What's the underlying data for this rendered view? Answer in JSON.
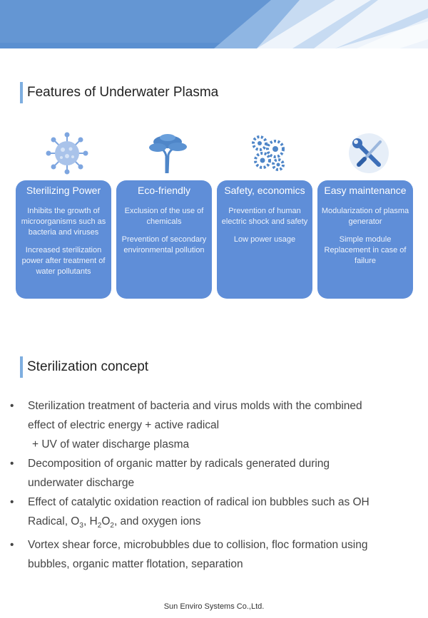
{
  "section1": {
    "title": "Features of Underwater Plasma"
  },
  "features": [
    {
      "title": "Sterilizing Power",
      "icon": "virus-icon",
      "p1": "Inhibits the growth of microorganisms such as bacteria and viruses",
      "p2": "Increased sterilization power after treatment of water pollutants"
    },
    {
      "title": "Eco-friendly",
      "icon": "tree-icon",
      "p1": "Exclusion of the use of chemicals",
      "p2": "Prevention of secondary environmental pollution"
    },
    {
      "title": "Safety, economics",
      "icon": "gears-icon",
      "p1": "Prevention of human electric shock and safety",
      "p2": "Low power usage"
    },
    {
      "title": "Easy maintenance",
      "icon": "wrench-screwdriver-icon",
      "p1": "Modularization of plasma generator",
      "p2": "Simple module Replacement in case of failure"
    }
  ],
  "section2": {
    "title": "Sterilization concept"
  },
  "bullets": {
    "b1_l1": "Sterilization treatment of bacteria and virus molds with the combined",
    "b1_l2": "effect of electric energy + active radical",
    "b1_l3": "+ UV of water discharge plasma",
    "b2_l1": "Decomposition of organic matter by radicals generated during",
    "b2_l2": "underwater discharge",
    "b3_l1": "Effect of catalytic oxidation reaction of radical ion bubbles such as OH",
    "b3_l2a": "Radical, O",
    "b3_sub1": "3",
    "b3_l2b": ", H",
    "b3_sub2": "2",
    "b3_l2c": "O",
    "b3_sub3": "2",
    "b3_l2d": ", and oxygen ions",
    "b4_l1": "Vortex shear force, microbubbles due to collision, floc formation using",
    "b4_l2": "bubbles, organic matter flotation, separation",
    "bullet_char": "•"
  },
  "footer": "Sun Enviro Systems Co.,Ltd.",
  "colors": {
    "card": "#5f8ed8",
    "accent_bar": "#7eaee0",
    "banner_light": "#cfe0f4",
    "banner_dark": "#5a8fd0"
  }
}
